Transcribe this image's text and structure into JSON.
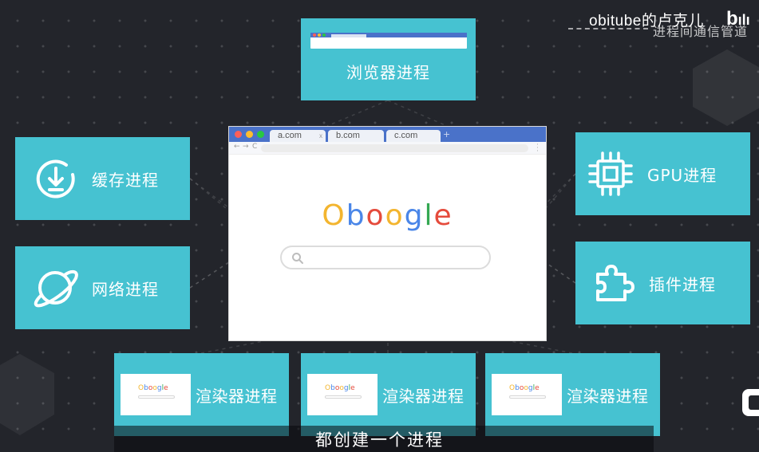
{
  "watermark": {
    "channel": "obitube的卢克儿",
    "subtitle": "进程间通信管道"
  },
  "processes": {
    "browser": "浏览器进程",
    "cache": "缓存进程",
    "network": "网络进程",
    "gpu": "GPU进程",
    "plugin": "插件进程",
    "renderers": [
      "渲染器进程",
      "渲染器进程",
      "渲染器进程"
    ]
  },
  "browser_window": {
    "tabs": [
      "a.com",
      "b.com",
      "c.com"
    ],
    "close_glyph": "x",
    "new_tab_glyph": "+",
    "nav": {
      "back": "←",
      "forward": "→",
      "reload": "C"
    },
    "logo": "Oboogle",
    "thumb_logo": "Oboogle"
  },
  "caption": "都创建一个进程",
  "colors": {
    "box": "#46c2d1",
    "background": "#23252b",
    "browser_bar": "#4a72c9",
    "logo": [
      "#f3b52f",
      "#4a86e8",
      "#e54b3c",
      "#f3b52f",
      "#4a86e8",
      "#34a853",
      "#e54b3c"
    ]
  }
}
